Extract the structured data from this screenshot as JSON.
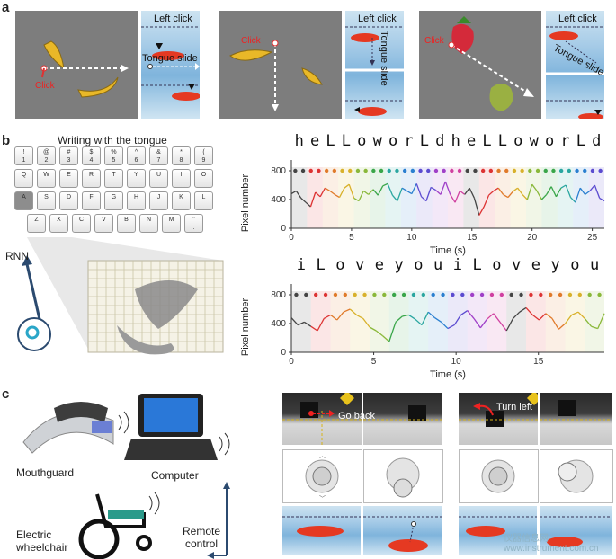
{
  "panel_a": {
    "letter": "a",
    "scenes": [
      {
        "click_label": "Click",
        "top_label": "Left click",
        "slide_label": "Tongue slide"
      },
      {
        "click_label": "Click",
        "top_label": "Left click",
        "slide_label": "Tongue slide"
      },
      {
        "click_label": "Click",
        "top_label": "Left click",
        "slide_label": "Tongue slide"
      }
    ]
  },
  "panel_b": {
    "letter": "b",
    "keyboard_title": "Writing with the tongue",
    "keys_row1": [
      "!\n1",
      "@\n2",
      "#\n3",
      "$\n4",
      "%\n5",
      "^\n6",
      "&\n7",
      "*\n8",
      "(\n9"
    ],
    "keys_row2": [
      "Q",
      "W",
      "E",
      "R",
      "T",
      "Y",
      "U",
      "I",
      "O"
    ],
    "keys_row3": [
      "A",
      "S",
      "D",
      "F",
      "G",
      "H",
      "J",
      "K",
      "L"
    ],
    "keys_row4": [
      "Z",
      "X",
      "C",
      "V",
      "B",
      "N",
      "M",
      "\"\n."
    ],
    "rnn_label": "RNN",
    "accent_color": "#2b4a6f"
  },
  "chart_data": [
    {
      "type": "line",
      "text": "heLLoworLdheLLoworLd",
      "ylabel": "Pixel number",
      "xlabel": "Time (s)",
      "xlim": [
        0,
        26
      ],
      "ylim": [
        0,
        900
      ],
      "x_ticks": [
        "0",
        "5",
        "10",
        "15",
        "20",
        "25"
      ],
      "y_ticks": [
        "0",
        "400",
        "800"
      ],
      "dot_level": 800,
      "values": [
        480,
        520,
        420,
        360,
        300,
        500,
        440,
        560,
        520,
        470,
        430,
        560,
        610,
        420,
        380,
        520,
        470,
        540,
        460,
        590,
        620,
        460,
        380,
        560,
        520,
        480,
        620,
        440,
        380,
        570,
        530,
        470,
        650,
        470,
        360,
        520,
        470,
        560,
        420,
        180,
        300,
        460,
        520,
        560,
        470,
        430,
        510,
        560,
        470,
        400,
        610,
        520,
        400,
        470,
        580,
        440,
        560,
        600,
        430,
        360,
        560,
        470,
        520,
        600,
        420,
        380
      ]
    },
    {
      "type": "line",
      "text": "iLoveyouiLoveyou",
      "ylabel": "Pixel number",
      "xlabel": "Time (s)",
      "xlim": [
        0,
        19
      ],
      "ylim": [
        0,
        900
      ],
      "x_ticks": [
        "0",
        "5",
        "10",
        "15"
      ],
      "y_ticks": [
        "0",
        "400",
        "800"
      ],
      "dot_level": 800,
      "values": [
        480,
        380,
        420,
        360,
        300,
        470,
        520,
        450,
        560,
        600,
        520,
        470,
        350,
        300,
        230,
        150,
        420,
        500,
        520,
        460,
        380,
        560,
        480,
        420,
        330,
        380,
        520,
        580,
        470,
        340,
        460,
        540,
        420,
        300,
        470,
        560,
        620,
        520,
        450,
        540,
        470,
        320,
        400,
        520,
        560,
        470,
        360,
        330,
        540
      ]
    }
  ],
  "panel_c": {
    "letter": "c",
    "mouthguard_label": "Mouthguard",
    "computer_label": "Computer",
    "wheelchair_label": "Electric\nwheelchair",
    "remote_label": "Remote\ncontrol",
    "go_back_label": "Go back",
    "turn_left_label": "Turn left",
    "watermark": "仪器信息网 www.instrument.com.cn"
  },
  "series_colors": [
    "#444",
    "#d33",
    "#e07a2a",
    "#d8b12b",
    "#8ab83a",
    "#3aa64a",
    "#2aa6a0",
    "#2a7fd0",
    "#5b4bd0",
    "#a040c8",
    "#d040a0"
  ]
}
